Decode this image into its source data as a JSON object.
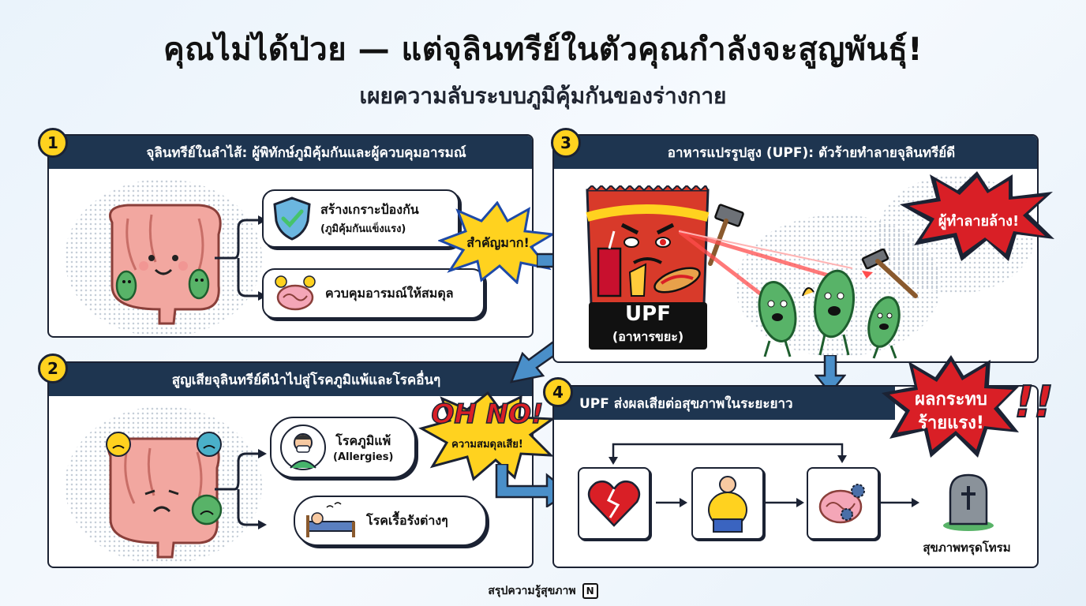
{
  "header": {
    "title": "คุณไม่ได้ป่วย — แต่จุลินทรีย์ในตัวคุณกำลังจะสูญพันธุ์!",
    "subtitle": "เผยความลับระบบภูมิคุ้มกันของร่างกาย"
  },
  "panel1": {
    "number": "1",
    "title": "จุลินทรีย์ในลำไส้: ผู้พิทักษ์ภูมิคุ้มกันและผู้ควบคุมอารมณ์",
    "item1_title": "สร้างเกราะป้องกัน",
    "item1_sub": "(ภูมิคุ้มกันแข็งแรง)",
    "item2_title": "ควบคุมอารมณ์ให้สมดุล",
    "burst": "สำคัญมาก!"
  },
  "panel2": {
    "number": "2",
    "title": "สูญเสียจุลินทรีย์ดีนำไปสู่โรคภูมิแพ้และโรคอื่นๆ",
    "item1_title": "โรคภูมิแพ้",
    "item1_sub": "(Allergies)",
    "item2_title": "โรคเรื้อรังต่างๆ",
    "burst_main": "OH NO!",
    "burst_sub": "ความสมดุลเสีย!"
  },
  "panel3": {
    "number": "3",
    "title": "อาหารแปรรูปสูง (UPF): ตัวร้ายทำลายจุลินทรีย์ดี",
    "bag_label": "UPF",
    "bag_sub": "(อาหารขยะ)",
    "burst": "ผู้ทำลายล้าง!"
  },
  "panel4": {
    "number": "4",
    "title": "UPF ส่งผลเสียต่อสุขภาพในระยะยาว",
    "burst_line1": "ผลกระทบ",
    "burst_line2": "ร้ายแรง!",
    "exclaim": "!!",
    "end_label": "สุขภาพทรุดโทรม"
  },
  "footer": {
    "text": "สรุปความรู้สุขภาพ",
    "logo": "N"
  },
  "colors": {
    "navy": "#1e3550",
    "yellow": "#ffd21f",
    "red": "#d91f26",
    "arrow_blue": "#4a8fc9",
    "gut_pink": "#f2a7a0",
    "microbe_green": "#58b368"
  },
  "icons": [
    "shield-check-icon",
    "brain-icon",
    "sneeze-person-icon",
    "sick-bed-icon",
    "broken-heart-icon",
    "obesity-icon",
    "brain-gears-icon",
    "gravestone-icon",
    "hammer-icon",
    "junk-food-bag-icon"
  ]
}
